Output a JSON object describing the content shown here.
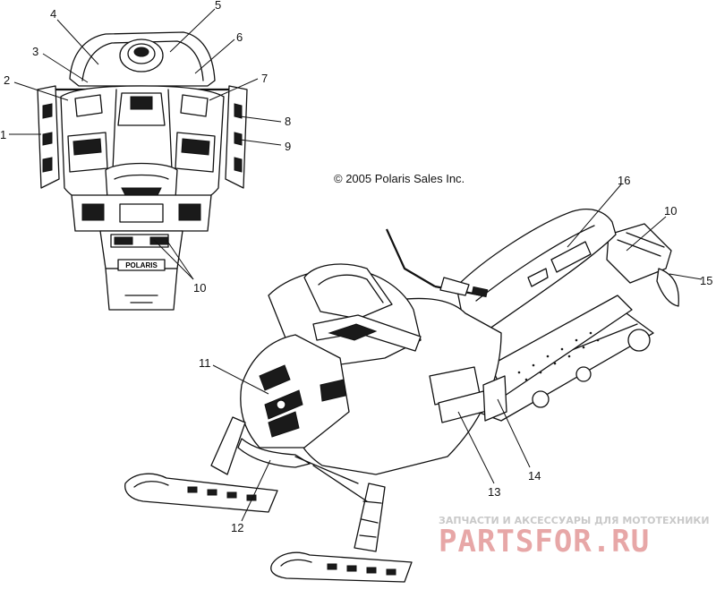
{
  "copyright": "© 2005 Polaris Sales Inc.",
  "front_view": {
    "emblem_text": "POLARIS",
    "callouts": [
      "1",
      "2",
      "3",
      "4",
      "5",
      "6",
      "7",
      "8",
      "9",
      "10"
    ]
  },
  "side_view": {
    "callouts": [
      "10",
      "11",
      "12",
      "13",
      "14",
      "15",
      "16"
    ]
  },
  "watermark": {
    "tagline": "ЗАПЧАСТИ И АКСЕССУАРЫ ДЛЯ МОТОТЕХНИКИ",
    "brand": "PARTSFOR.RU",
    "color": "#e7a7a7"
  }
}
